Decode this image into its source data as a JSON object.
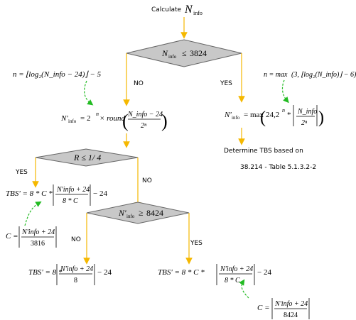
{
  "start": {
    "label": "Calculate",
    "var": "N",
    "sub": "info"
  },
  "decision1": {
    "lhs": "N",
    "sub": "info",
    "op": "≤",
    "value": "3824"
  },
  "decision2": {
    "text": "R ≤ 1/ 4"
  },
  "decision3": {
    "lhs": "N'",
    "sub": "info",
    "op": "≥",
    "value": "8424"
  },
  "labels": {
    "no1": "NO",
    "yes1": "YES",
    "yes2": "YES",
    "no2": "NO",
    "no3": "NO",
    "yes3": "YES"
  },
  "formulas": {
    "n_small": {
      "lhs": "n = ",
      "body": "⌊log₂(N_info − 24)⌋ − 5"
    },
    "n_large": {
      "lhs": "n = max",
      "body": "(3, ⌊log₂(N_info)⌋ − 6)"
    },
    "ninfo_prime_small": {
      "lhs": "N'",
      "sub": "info",
      "eq": " = 2",
      "sup": "n",
      "mid": " × round",
      "num": "N_info − 24",
      "den": "2ⁿ"
    },
    "ninfo_prime_large": {
      "lhs": "N'",
      "sub": "info",
      "eq": " = max",
      "inner": "24,2",
      "sup": "n",
      "num": "N_info",
      "den": "2ⁿ"
    },
    "tbs_r": {
      "lhs": "TBS' = 8 * C *",
      "num": "N'info + 24",
      "den": "8 * C",
      "tail": "− 24"
    },
    "c_r": {
      "lhs": "C =",
      "num": "N'info + 24",
      "den": "3816"
    },
    "tbs_small": {
      "lhs": "TBS' = 8 *",
      "num": "N'info + 24",
      "den": "8",
      "tail": "− 24"
    },
    "tbs_large": {
      "lhs": "TBS' = 8 * C *",
      "num": "N'info + 24",
      "den": "8 * C",
      "tail": "− 24"
    },
    "c_large": {
      "lhs": "C =",
      "num": "N'info + 24",
      "den": "8424"
    }
  },
  "determine": {
    "line1": "Determine TBS based on",
    "line2": "38.214 - Table 5.1.3.2-2"
  },
  "colors": {
    "arrow": "#f5b800",
    "diamond_fill": "#c8c8c8",
    "diamond_stroke": "#666666",
    "dashed": "#22bb22"
  }
}
